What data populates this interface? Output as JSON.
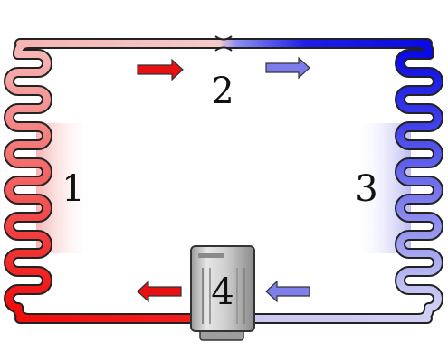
{
  "labels": {
    "condenser": "1",
    "expansion_valve": "2",
    "evaporator": "3",
    "compressor": "4"
  },
  "colors": {
    "hot": "#f00e0e",
    "hot_light": "#f7b3b3",
    "cold": "#0a0ae6",
    "cold_light": "#c8c8f2",
    "outline": "#222222",
    "compressor_body": "#c9c9c9"
  },
  "arrows": [
    {
      "name": "flow-arrow-top-left",
      "color": "hot",
      "direction": "right"
    },
    {
      "name": "flow-arrow-top-right",
      "color": "cold_light",
      "direction": "right"
    },
    {
      "name": "flow-arrow-bottom-right",
      "color": "cold_light",
      "direction": "left"
    },
    {
      "name": "flow-arrow-bottom-left",
      "color": "hot",
      "direction": "left"
    }
  ],
  "icons": [
    "coil-icon",
    "valve-icon",
    "compressor-icon",
    "arrow-icon"
  ]
}
